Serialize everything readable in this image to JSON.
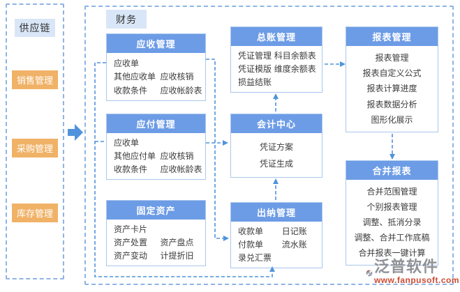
{
  "colors": {
    "box_header_blue": "#6d9ce6",
    "box_border_blue": "#a9c7ec",
    "dashed_frame_blue": "#8fb4e6",
    "connector_blue": "#4f93dc",
    "sidebar_orange": "#f0b267",
    "tag_light_blue": "#d9e6f7",
    "logo_gray": "#8f9297",
    "logo_red": "#cc4a33"
  },
  "sidebar": {
    "title": "供应链",
    "items": [
      {
        "label": "销售管理"
      },
      {
        "label": "采购管理"
      },
      {
        "label": "库存管理"
      }
    ]
  },
  "main": {
    "tag": "财务",
    "boxes": {
      "receivables": {
        "title": "应收管理",
        "rows": [
          [
            "应收单"
          ],
          [
            "其他应收单",
            "应收核销"
          ],
          [
            "收款条件",
            "应收帐龄表"
          ]
        ]
      },
      "payables": {
        "title": "应付管理",
        "rows": [
          [
            "应收单"
          ],
          [
            "其他应付单",
            "应收核销"
          ],
          [
            "收款条件",
            "应收帐龄表"
          ]
        ]
      },
      "fixed_assets": {
        "title": "固定资产",
        "rows": [
          [
            "资产卡片"
          ],
          [
            "资产处置",
            "资产盘点"
          ],
          [
            "资产变动",
            "计提折旧"
          ]
        ]
      },
      "general_ledger": {
        "title": "总账管理",
        "rows": [
          [
            "凭证管理",
            "科目余额表"
          ],
          [
            "凭证模版",
            "维度余额表"
          ],
          [
            "损益结账"
          ]
        ]
      },
      "accounting_center": {
        "title": "会计中心",
        "rows": [
          [
            "凭证方案"
          ],
          [
            "凭证生成"
          ]
        ]
      },
      "cashier": {
        "title": "出纳管理",
        "rows": [
          [
            "收款单",
            "日记账"
          ],
          [
            "付款单",
            "流水账"
          ],
          [
            "录兑汇票"
          ]
        ]
      },
      "reports": {
        "title": "报表管理",
        "rows": [
          [
            "报表管理"
          ],
          [
            "报表自定义公式"
          ],
          [
            "报表计算进度"
          ],
          [
            "报表数据分析"
          ],
          [
            "图形化展示"
          ]
        ]
      },
      "consolidated": {
        "title": "合并报表",
        "rows": [
          [
            "合并范围管理"
          ],
          [
            "个别报表管理"
          ],
          [
            "调整、抵消分录"
          ],
          [
            "调整、合并工作底稿"
          ],
          [
            "合并报表一键计算"
          ]
        ]
      }
    }
  },
  "logo": {
    "name": "泛普软件",
    "url": "www.fanpusoft.com"
  }
}
